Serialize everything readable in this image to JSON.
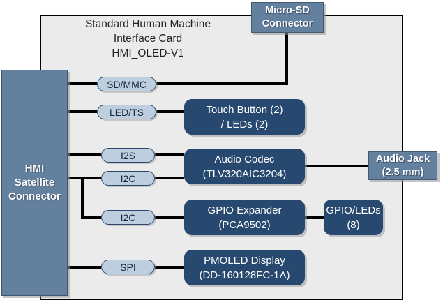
{
  "diagram": {
    "card": {
      "title": "Standard Human Machine\nInterface Card\nHMI_OLED-V1"
    },
    "satellite_connector": {
      "label": "HMI\nSatellite\nConnector"
    },
    "external_blocks": [
      {
        "id": "micro-sd-connector",
        "label": "Micro-SD\nConnector"
      },
      {
        "id": "audio-jack",
        "label": "Audio Jack\n(2.5 mm)"
      }
    ],
    "component_blocks": [
      {
        "id": "touch-button-block",
        "label": "Touch Button (2)\n/ LEDs (2)"
      },
      {
        "id": "audio-codec-block",
        "label": "Audio Codec\n(TLV320AIC3204)"
      },
      {
        "id": "gpio-expander-block",
        "label": "GPIO Expander\n(PCA9502)"
      },
      {
        "id": "pmoled-block",
        "label": "PMOLED Display\n(DD-160128FC-1A)"
      },
      {
        "id": "gpio-leds-block",
        "label": "GPIO/LEDs\n(8)"
      }
    ],
    "bus_labels": [
      {
        "id": "bus-sdmmc",
        "label": "SD/MMC"
      },
      {
        "id": "bus-ledts",
        "label": "LED/TS"
      },
      {
        "id": "bus-i2s",
        "label": "I2S"
      },
      {
        "id": "bus-i2c-a",
        "label": "I2C"
      },
      {
        "id": "bus-i2c-b",
        "label": "I2C"
      },
      {
        "id": "bus-spi",
        "label": "SPI"
      }
    ],
    "colors": {
      "card_fill": "#ebebec",
      "card_border": "#000000",
      "connector_fill": "#64809f",
      "component_fill": "#27486f",
      "pill_fill": "#bdcede",
      "wire": "#000000"
    }
  }
}
